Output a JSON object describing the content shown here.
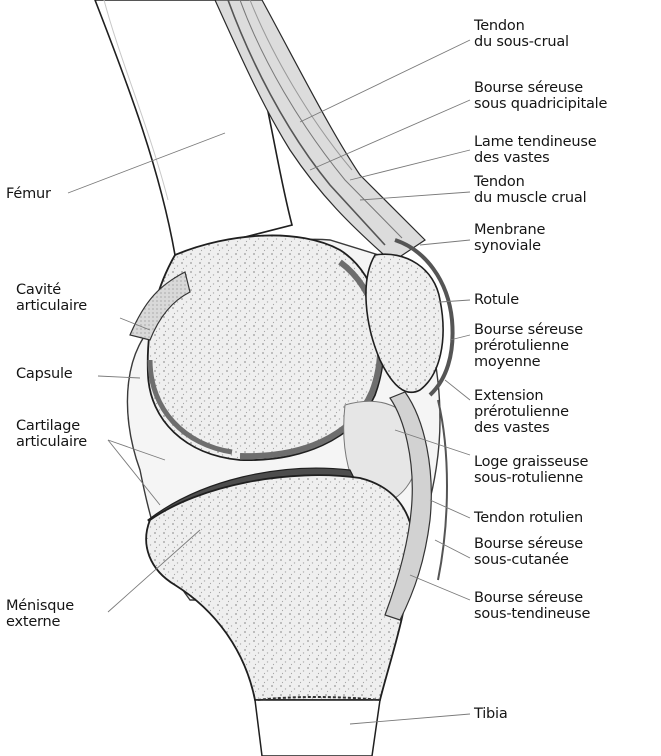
{
  "labels": {
    "left": {
      "femur": "Fémur",
      "cavite": [
        "Cavité",
        "articulaire"
      ],
      "capsule": "Capsule",
      "cartilage": [
        "Cartilage",
        "articulaire"
      ],
      "menisque": [
        "Ménisque",
        "externe"
      ]
    },
    "right": {
      "tendon_sous_crural": [
        "Tendon",
        "du sous-crual"
      ],
      "bourse_quadricipitale": [
        "Bourse séreuse",
        "sous quadricipitale"
      ],
      "lame_tendineuse": [
        "Lame tendineuse",
        "des vastes"
      ],
      "tendon_crural": [
        "Tendon",
        "du muscle crual"
      ],
      "membrane": [
        "Menbrane",
        "synoviale"
      ],
      "rotule": "Rotule",
      "bourse_prerotulienne": [
        "Bourse séreuse",
        "prérotulienne",
        "moyenne"
      ],
      "extension": [
        "Extension",
        "prérotulienne",
        "des vastes"
      ],
      "loge": [
        "Loge graisseuse",
        "sous-rotulienne"
      ],
      "tendon_rotulien": "Tendon rotulien",
      "bourse_sous_cutanee": [
        "Bourse séreuse",
        "sous-cutanée"
      ],
      "bourse_sous_tendineuse": [
        "Bourse séreuse",
        "sous-tendineuse"
      ],
      "tibia": "Tibia"
    }
  },
  "colors": {
    "outline": "#1f1f1f",
    "bone_fill": "#f3f3f3",
    "cartilage": "#6e6e6e",
    "leader": "#7a7a7a"
  }
}
